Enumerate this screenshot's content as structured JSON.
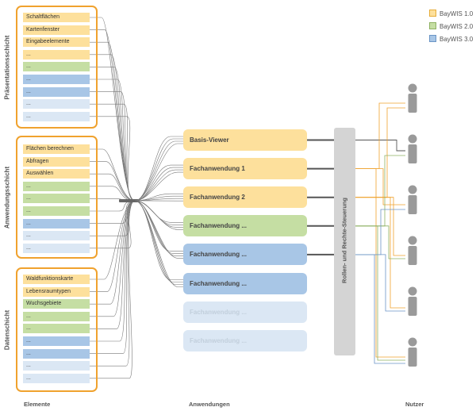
{
  "legend": [
    {
      "label": "BayWIS 1.0",
      "color": "#fde09c"
    },
    {
      "label": "BayWIS 2.0",
      "color": "#c5dea3"
    },
    {
      "label": "BayWIS 3.0",
      "color": "#a8c6e6"
    }
  ],
  "layers": [
    {
      "label": "Präsentationsschicht",
      "elements": [
        {
          "text": "Schaltflächen",
          "cls": "c1"
        },
        {
          "text": "Kartenfenster",
          "cls": "c1"
        },
        {
          "text": "Eingabeelemente",
          "cls": "c1"
        },
        {
          "text": "...",
          "cls": "c1"
        },
        {
          "text": "...",
          "cls": "c2"
        },
        {
          "text": "...",
          "cls": "c3"
        },
        {
          "text": "...",
          "cls": "c3"
        },
        {
          "text": "...",
          "cls": "c3l"
        },
        {
          "text": "...",
          "cls": "c3l"
        }
      ]
    },
    {
      "label": "Anwendungsschicht",
      "elements": [
        {
          "text": "Flächen berechnen",
          "cls": "c1"
        },
        {
          "text": "Abfragen",
          "cls": "c1"
        },
        {
          "text": "Auswählen",
          "cls": "c1"
        },
        {
          "text": "...",
          "cls": "c2"
        },
        {
          "text": "...",
          "cls": "c2"
        },
        {
          "text": "...",
          "cls": "c2"
        },
        {
          "text": "...",
          "cls": "c3"
        },
        {
          "text": "...",
          "cls": "c3l"
        },
        {
          "text": "...",
          "cls": "c3l"
        }
      ]
    },
    {
      "label": "Datenschicht",
      "elements": [
        {
          "text": "Waldfunktionskarte",
          "cls": "c1"
        },
        {
          "text": "Lebensraumtypen",
          "cls": "c1"
        },
        {
          "text": "Wuchsgebiete",
          "cls": "c2"
        },
        {
          "text": "...",
          "cls": "c2"
        },
        {
          "text": "...",
          "cls": "c2"
        },
        {
          "text": "...",
          "cls": "c3"
        },
        {
          "text": "...",
          "cls": "c3"
        },
        {
          "text": "...",
          "cls": "c3l"
        },
        {
          "text": "...",
          "cls": "c3l"
        }
      ]
    }
  ],
  "applications": [
    {
      "label": "Basis-Viewer",
      "cls": "c1",
      "link": "#555555"
    },
    {
      "label": "Fachanwendung 1",
      "cls": "c1",
      "link": "#f0a22e"
    },
    {
      "label": "Fachanwendung 2",
      "cls": "c1",
      "link": "#f0a22e"
    },
    {
      "label": "Fachanwendung ...",
      "cls": "c2",
      "link": "#8fb163"
    },
    {
      "label": "Fachanwendung ...",
      "cls": "c3",
      "link": "#6b95c6"
    },
    {
      "label": "Fachanwendung ...",
      "cls": "c3",
      "link": ""
    },
    {
      "label": "Fachanwendung ...",
      "cls": "c3l",
      "link": ""
    },
    {
      "label": "Fachanwendung ...",
      "cls": "c3l",
      "link": ""
    }
  ],
  "access_bar": "Rollen- und Rechte-Steuerung",
  "user_count": 6,
  "columns": {
    "elements": "Elemente",
    "applications": "Anwendungen",
    "users": "Nutzer"
  }
}
